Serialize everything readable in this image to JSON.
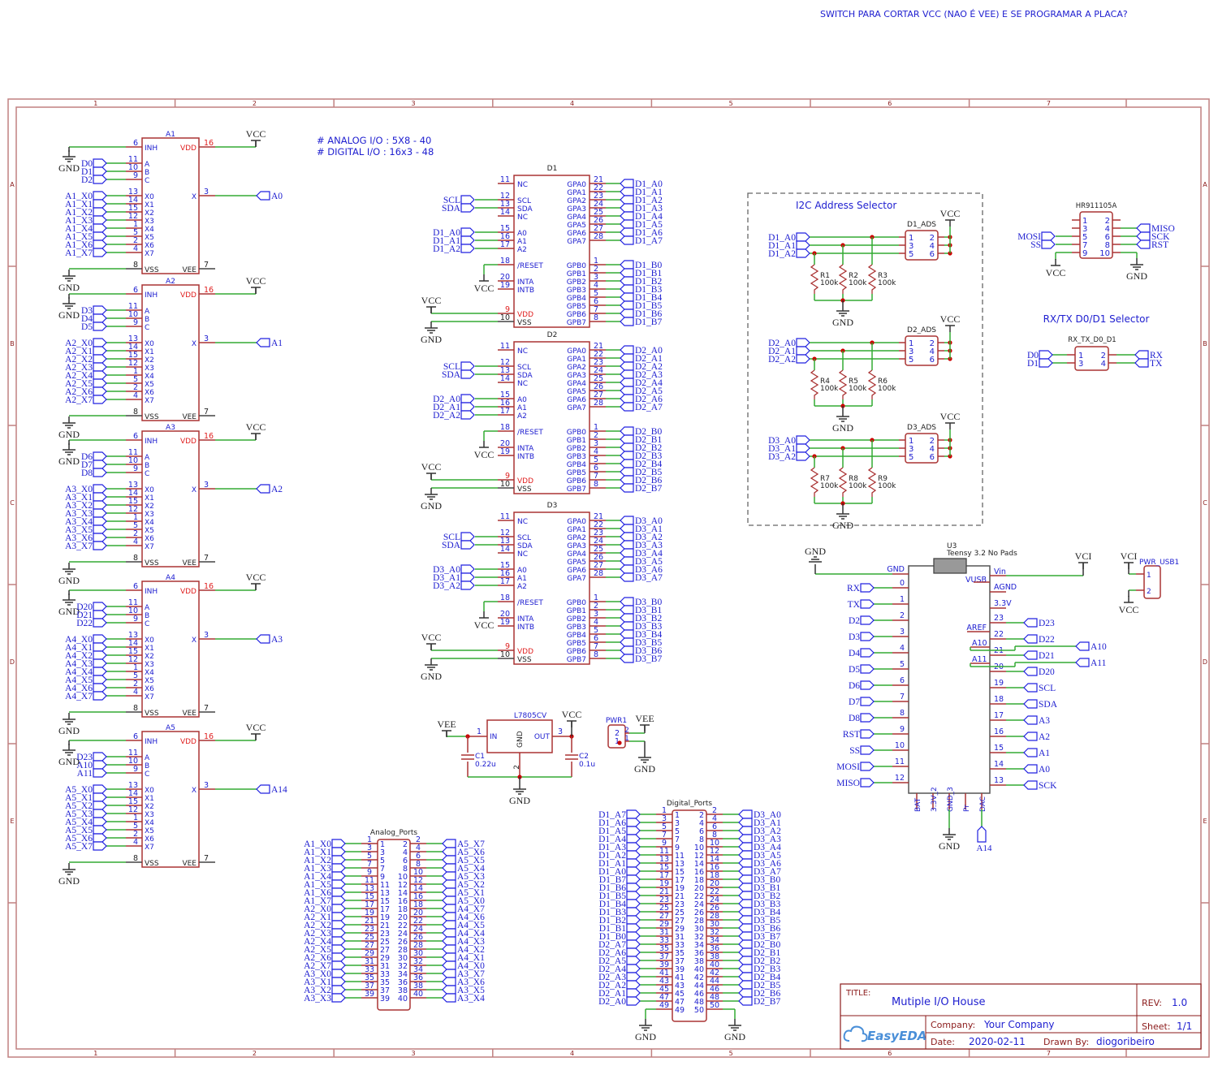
{
  "note": "SWITCH PARA CORTAR VCC (NAO É VEE) E SE PROGRAMAR A PLACA?",
  "frame": {
    "columns": [
      "1",
      "2",
      "3",
      "4",
      "5",
      "6",
      "7"
    ],
    "rows": [
      "A",
      "B",
      "C",
      "D",
      "E"
    ]
  },
  "comments": [
    "# ANALOG I/O : 5X8 - 40",
    "# DIGITAL I/O : 16x3 - 48"
  ],
  "muxes": [
    {
      "ref": "A1",
      "sel": [
        "D0",
        "D1",
        "D2"
      ],
      "inputs": [
        "A1_X0",
        "A1_X1",
        "A1_X2",
        "A1_X3",
        "A1_X4",
        "A1_X5",
        "A1_X6",
        "A1_X7"
      ],
      "out": "A0"
    },
    {
      "ref": "A2",
      "sel": [
        "D3",
        "D4",
        "D5"
      ],
      "inputs": [
        "A2_X0",
        "A2_X1",
        "A2_X2",
        "A2_X3",
        "A2_X4",
        "A2_X5",
        "A2_X6",
        "A2_X7"
      ],
      "out": "A1"
    },
    {
      "ref": "A3",
      "sel": [
        "D6",
        "D7",
        "D8"
      ],
      "inputs": [
        "A3_X0",
        "A3_X1",
        "A3_X2",
        "A3_X3",
        "A3_X4",
        "A3_X5",
        "A3_X6",
        "A3_X7"
      ],
      "out": "A2"
    },
    {
      "ref": "A4",
      "sel": [
        "D20",
        "D21",
        "D22"
      ],
      "inputs": [
        "A4_X0",
        "A4_X1",
        "A4_X2",
        "A4_X3",
        "A4_X4",
        "A4_X5",
        "A4_X6",
        "A4_X7"
      ],
      "out": "A3"
    },
    {
      "ref": "A5",
      "sel": [
        "D23",
        "A10",
        "A11"
      ],
      "inputs": [
        "A5_X0",
        "A5_X1",
        "A5_X2",
        "A5_X3",
        "A5_X4",
        "A5_X5",
        "A5_X6",
        "A5_X7"
      ],
      "out": "A14"
    }
  ],
  "mux_pins": {
    "inh": "INH",
    "inh_num": "6",
    "vdd": "VDD",
    "vdd_num": "16",
    "sel_names": [
      "A",
      "B",
      "C"
    ],
    "sel_nums": [
      "11",
      "10",
      "9"
    ],
    "x_names": [
      "X0",
      "X1",
      "X2",
      "X3",
      "X4",
      "X5",
      "X6",
      "X7"
    ],
    "x_nums": [
      "13",
      "14",
      "15",
      "12",
      "1",
      "5",
      "2",
      "4"
    ],
    "out_name": "X",
    "out_num": "3",
    "vss": "VSS",
    "vss_num": "8",
    "vee": "VEE",
    "vee_num": "7"
  },
  "expanders": [
    {
      "ref": "D1",
      "prefix": "D1"
    },
    {
      "ref": "D2",
      "prefix": "D2"
    },
    {
      "ref": "D3",
      "prefix": "D3"
    }
  ],
  "exp_pins": {
    "left": [
      [
        "11",
        "NC"
      ],
      [
        "12",
        "SCL"
      ],
      [
        "13",
        "SDA"
      ],
      [
        "14",
        "NC"
      ],
      [
        "15",
        "A0"
      ],
      [
        "16",
        "A1"
      ],
      [
        "17",
        "A2"
      ],
      [
        "18",
        "/RESET"
      ],
      [
        "20",
        "INTA"
      ],
      [
        "19",
        "INTB"
      ],
      [
        "9",
        "VDD"
      ],
      [
        "10",
        "VSS"
      ]
    ],
    "gpa": [
      "GPA0",
      "GPA1",
      "GPA2",
      "GPA3",
      "GPA4",
      "GPA5",
      "GPA6",
      "GPA7"
    ],
    "gpa_nums": [
      "21",
      "22",
      "23",
      "24",
      "25",
      "26",
      "27",
      "28"
    ],
    "gpb": [
      "GPB0",
      "GPB1",
      "GPB2",
      "GPB3",
      "GPB4",
      "GPB5",
      "GPB6",
      "GPB7"
    ],
    "gpb_nums": [
      "1",
      "2",
      "3",
      "4",
      "5",
      "6",
      "7",
      "8"
    ]
  },
  "power": {
    "vcc": "VCC",
    "gnd": "GND",
    "vee": "VEE",
    "vci": "VCI"
  },
  "i2c_selector": {
    "title": "I2C Address Selector",
    "groups": [
      {
        "ref": "D1_ADS",
        "nets": [
          "D1_A0",
          "D1_A1",
          "D1_A2"
        ],
        "res": [
          [
            "R1",
            "100k"
          ],
          [
            "R2",
            "100k"
          ],
          [
            "R3",
            "100k"
          ]
        ]
      },
      {
        "ref": "D2_ADS",
        "nets": [
          "D2_A0",
          "D2_A1",
          "D2_A2"
        ],
        "res": [
          [
            "R4",
            "100k"
          ],
          [
            "R5",
            "100k"
          ],
          [
            "R6",
            "100k"
          ]
        ]
      },
      {
        "ref": "D3_ADS",
        "nets": [
          "D3_A0",
          "D3_A1",
          "D3_A2"
        ],
        "res": [
          [
            "R7",
            "100k"
          ],
          [
            "R8",
            "100k"
          ],
          [
            "R9",
            "100k"
          ]
        ]
      }
    ],
    "pins_left": [
      "1",
      "3",
      "5"
    ],
    "pins_right": [
      "2",
      "4",
      "6"
    ]
  },
  "isp": {
    "ref": "HR911105A",
    "pins_left": [
      "1",
      "3",
      "5",
      "7",
      "9"
    ],
    "pins_right": [
      "2",
      "4",
      "6",
      "8",
      "10"
    ],
    "nets_left": [
      "MOSI",
      "SS"
    ],
    "nets_right": [
      "MISO",
      "SCK",
      "RST"
    ]
  },
  "rxtx": {
    "title": "RX/TX D0/D1 Selector",
    "ref": "RX_TX_D0_D1",
    "pins_left": [
      "1",
      "3"
    ],
    "pins_right": [
      "2",
      "4"
    ],
    "nets_left": [
      "D0",
      "D1"
    ],
    "nets_right": [
      "RX",
      "TX"
    ]
  },
  "teensy": {
    "ref": "U3",
    "value": "Teensy 3.2 No Pads",
    "left_pins": [
      [
        "GND",
        ""
      ],
      [
        "0",
        "RX"
      ],
      [
        "1",
        "TX"
      ],
      [
        "2",
        "D2"
      ],
      [
        "3",
        "D3"
      ],
      [
        "4",
        "D4"
      ],
      [
        "5",
        "D5"
      ],
      [
        "6",
        "D6"
      ],
      [
        "7",
        "D7"
      ],
      [
        "8",
        "D8"
      ],
      [
        "9",
        "RST"
      ],
      [
        "10",
        "SS"
      ],
      [
        "11",
        "MOSI"
      ],
      [
        "12",
        "MISO"
      ]
    ],
    "right_top": [
      "Vin",
      "VUSB",
      "AGND",
      "3.3V"
    ],
    "right_pins": [
      [
        "23",
        "D23"
      ],
      [
        "22",
        "D22"
      ],
      [
        "21",
        "D21"
      ],
      [
        "20",
        "D20"
      ],
      [
        "19",
        "SCL"
      ],
      [
        "18",
        "SDA"
      ],
      [
        "17",
        "A3"
      ],
      [
        "16",
        "A2"
      ],
      [
        "15",
        "A1"
      ],
      [
        "14",
        "A0"
      ],
      [
        "13",
        "SCK"
      ]
    ],
    "inner_labels": [
      "AREF",
      "A10",
      "A11"
    ],
    "analog_out": [
      "A10",
      "A11"
    ],
    "bottom_pins": [
      "BAT",
      "3.3V_2",
      "GND_3",
      "Pr",
      "DAC"
    ],
    "dac_net": "A14"
  },
  "pwr_usb": {
    "ref": "PWR_USB1",
    "pins": [
      "1",
      "2"
    ]
  },
  "regulator": {
    "ref": "L7805CV",
    "in": "IN",
    "gnd": "GND",
    "out": "OUT",
    "in_num": "1",
    "gnd_num": "2",
    "out_num": "3",
    "c1": [
      "C1",
      "0.22u"
    ],
    "c2": [
      "C2",
      "0.1u"
    ]
  },
  "pwr1": {
    "ref": "PWR1",
    "pins": [
      "2",
      "1"
    ]
  },
  "analog_ports": {
    "ref": "Analog_Ports",
    "left": [
      "A1_X0",
      "A1_X1",
      "A1_X2",
      "A1_X3",
      "A1_X4",
      "A1_X5",
      "A1_X6",
      "A1_X7",
      "A2_X0",
      "A2_X1",
      "A2_X2",
      "A2_X3",
      "A2_X4",
      "A2_X5",
      "A2_X6",
      "A2_X7",
      "A3_X0",
      "A3_X1",
      "A3_X2",
      "A3_X3"
    ],
    "right": [
      "A5_X7",
      "A5_X6",
      "A5_X5",
      "A5_X4",
      "A5_X3",
      "A5_X2",
      "A5_X1",
      "A5_X0",
      "A4_X7",
      "A4_X6",
      "A4_X5",
      "A4_X4",
      "A4_X3",
      "A4_X2",
      "A4_X1",
      "A4_X0",
      "A3_X7",
      "A3_X6",
      "A3_X5",
      "A3_X4"
    ]
  },
  "digital_ports": {
    "ref": "Digital_Ports",
    "left": [
      "D1_A7",
      "D1_A6",
      "D1_A5",
      "D1_A4",
      "D1_A3",
      "D1_A2",
      "D1_A1",
      "D1_A0",
      "D1_B7",
      "D1_B6",
      "D1_B5",
      "D1_B4",
      "D1_B3",
      "D1_B2",
      "D1_B1",
      "D1_B0",
      "D2_A7",
      "D2_A6",
      "D2_A5",
      "D2_A4",
      "D2_A3",
      "D2_A2",
      "D2_A1",
      "D2_A0"
    ],
    "right": [
      "D3_A0",
      "D3_A1",
      "D3_A2",
      "D3_A3",
      "D3_A4",
      "D3_A5",
      "D3_A6",
      "D3_A7",
      "D3_B0",
      "D3_B1",
      "D3_B2",
      "D3_B3",
      "D3_B4",
      "D3_B5",
      "D3_B6",
      "D3_B7",
      "D2_B0",
      "D2_B1",
      "D2_B2",
      "D2_B3",
      "D2_B4",
      "D2_B5",
      "D2_B6",
      "D2_B7"
    ]
  },
  "title_block": {
    "title_label": "TITLE:",
    "title": "Mutiple I/O House",
    "rev_label": "REV:",
    "rev": "1.0",
    "company_label": "Company:",
    "company": "Your Company",
    "sheet_label": "Sheet:",
    "sheet": "1/1",
    "date_label": "Date:",
    "date": "2020-02-11",
    "drawn_label": "Drawn By:",
    "drawn": "diogoribeiro",
    "logo": "EasyEDA"
  }
}
